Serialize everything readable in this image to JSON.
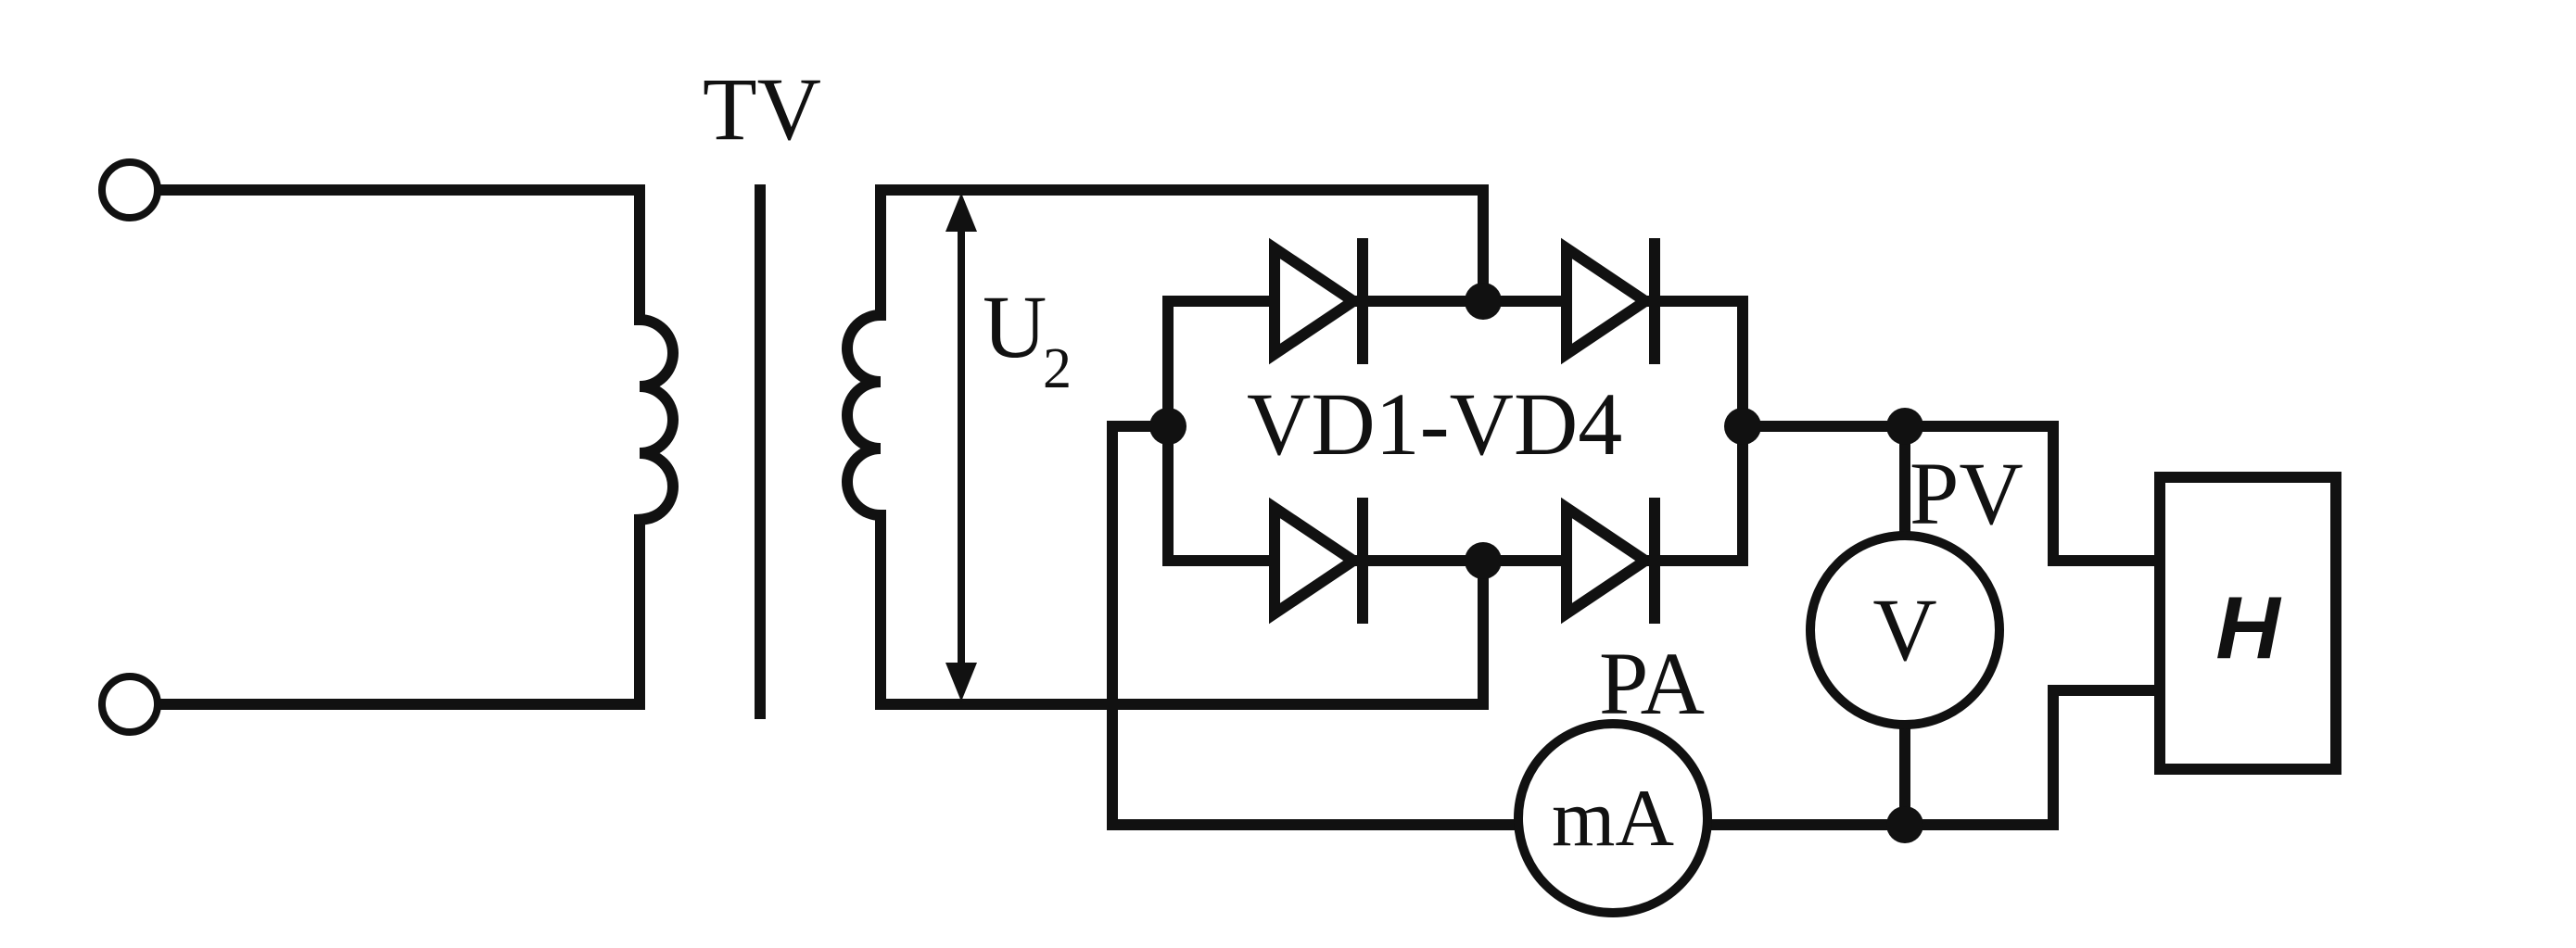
{
  "labels": {
    "transformer": "TV",
    "voltage_main": "U",
    "voltage_sub": "2",
    "diodes": "VD1-VD4",
    "voltmeter_ref": "PV",
    "voltmeter_symbol": "V",
    "ammeter_ref": "PA",
    "ammeter_symbol": "mA",
    "load": "Н"
  },
  "colors": {
    "ink": "#111111",
    "background": "#ffffff"
  }
}
